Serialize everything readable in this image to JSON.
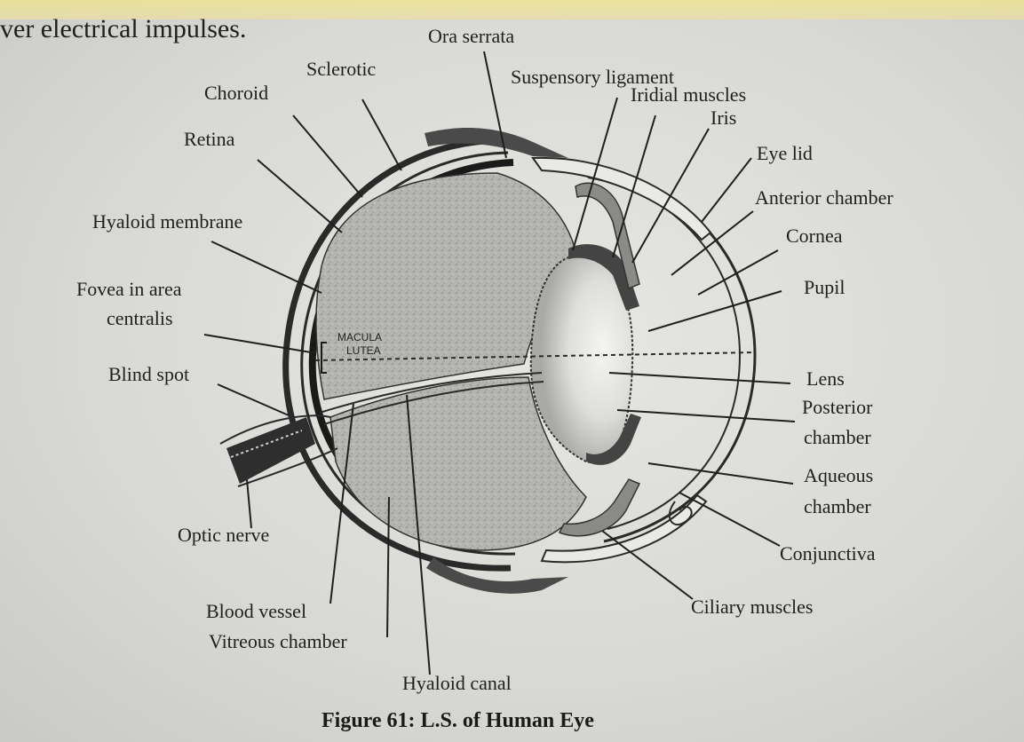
{
  "top_text": "ver electrical impulses.",
  "labels": {
    "ora_serrata": "Ora serrata",
    "sclerotic": "Sclerotic",
    "suspensory_ligament": "Suspensory ligament",
    "choroid": "Choroid",
    "iridial_muscles": "Iridial muscles",
    "iris": "Iris",
    "retina": "Retina",
    "eye_lid": "Eye lid",
    "anterior_chamber": "Anterior chamber",
    "hyaloid_membrane": "Hyaloid membrane",
    "cornea": "Cornea",
    "pupil": "Pupil",
    "fovea_line1": "Fovea in area",
    "fovea_line2": "centralis",
    "macula_line1": "MACULA",
    "macula_line2": "LUTEA",
    "blind_spot": "Blind spot",
    "lens": "Lens",
    "posterior_line1": "Posterior",
    "posterior_line2": "chamber",
    "aqueous_line1": "Aqueous",
    "aqueous_line2": "chamber",
    "optic_nerve": "Optic nerve",
    "conjunctiva": "Conjunctiva",
    "blood_vessel": "Blood vessel",
    "ciliary_muscles": "Ciliary muscles",
    "vitreous_chamber": "Vitreous chamber",
    "hyaloid_canal": "Hyaloid canal"
  },
  "caption": "Figure 61: L.S. of Human Eye"
}
